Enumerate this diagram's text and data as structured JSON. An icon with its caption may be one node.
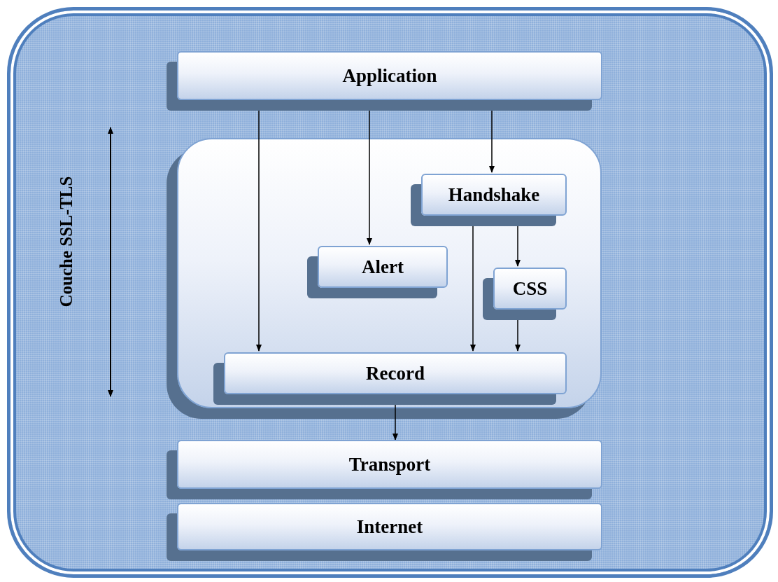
{
  "diagram": {
    "nodes": [
      {
        "text": [
          "Application"
        ]
      },
      {
        "text": [],
        "shape": "box"
      },
      {
        "text": [
          "Handshake"
        ],
        "in": 1
      },
      {
        "text": [
          "Alert"
        ],
        "in": 1
      },
      {
        "text": [
          "CSS"
        ],
        "in": 1
      },
      {
        "text": [
          "Record"
        ],
        "in": 1
      },
      {
        "text": [
          "Transport"
        ]
      },
      {
        "text": [
          "Internet"
        ]
      }
    ],
    "edges": [
      {
        "from": 0,
        "to": 5,
        "arrow": "to"
      },
      {
        "from": 0,
        "to": 3,
        "arrow": "to"
      },
      {
        "from": 0,
        "to": 2,
        "arrow": "to"
      },
      {
        "from": 2,
        "to": 5,
        "arrow": "to"
      },
      {
        "from": 2,
        "to": 4,
        "arrow": "to"
      },
      {
        "from": 4,
        "to": 5,
        "arrow": "to"
      },
      {
        "from": 5,
        "to": 6,
        "arrow": "to"
      }
    ],
    "labels": [
      "Couche SSL-TLS"
    ]
  }
}
